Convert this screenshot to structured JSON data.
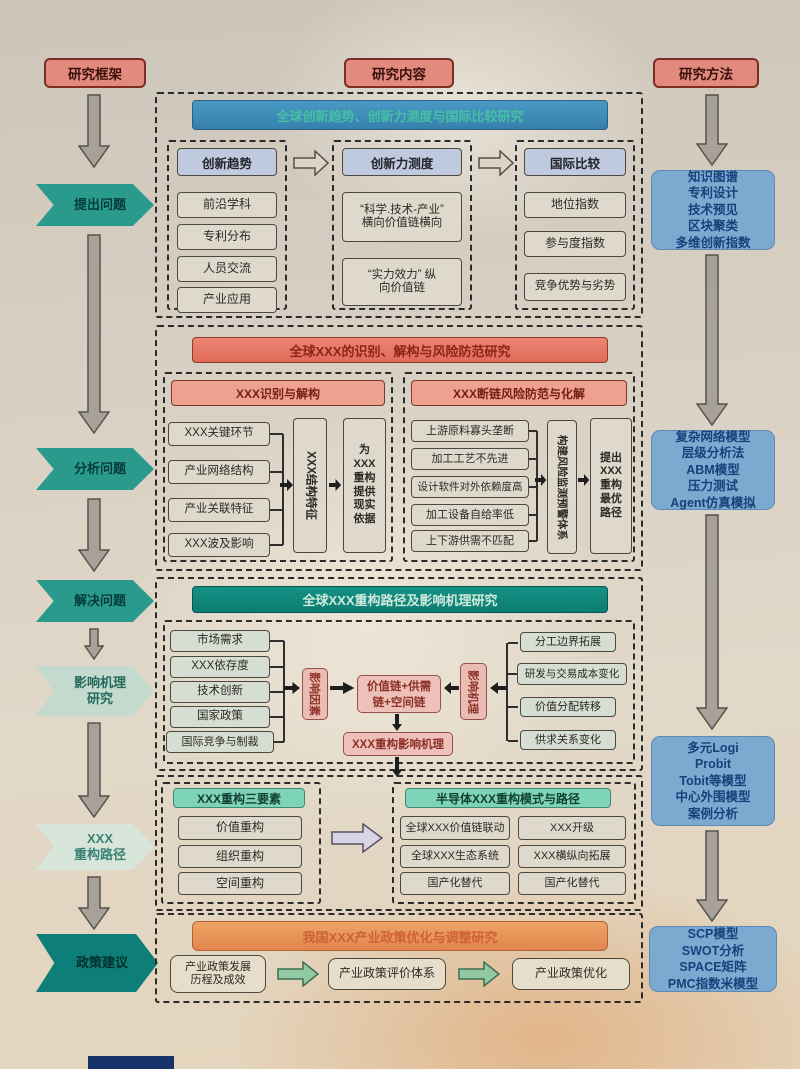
{
  "headers": {
    "framework": "研究框架",
    "content": "研究内容",
    "methods": "研究方法"
  },
  "framework_steps": {
    "s1": "提出问题",
    "s2": "分析问题",
    "s3": "解决问题",
    "s4": "影响机理\n研究",
    "s5": "XXX\n重构路径",
    "s6": "政策建议"
  },
  "methods_boxes": {
    "b1": "知识图谱\n专利设计\n技术预见\n区块聚类\n多维创新指数",
    "b2": "复杂网络模型\n层级分析法\nABM模型\n压力测试\nAgent仿真模拟",
    "b3": "多元Logi\nProbit\nTobit等模型\n中心外围模型\n案例分析",
    "b4": "SCP模型\nSWOT分析\nSPACE矩阵\nPMC指数米模型"
  },
  "section1": {
    "title": "全球创新趋势、创新力测度与国际比较研究",
    "col1": {
      "header": "创新趋势",
      "i1": "前沿学科",
      "i2": "专利分布",
      "i3": "人员交流",
      "i4": "产业应用"
    },
    "col2": {
      "header": "创新力测度",
      "i1": "“科学.技术-产业”\n横向价值链横向",
      "i2": "“实力效力” 纵\n向价值链"
    },
    "col3": {
      "header": "国际比较",
      "i1": "地位指数",
      "i2": "参与度指数",
      "i3": "竞争优势与劣势"
    }
  },
  "section2": {
    "title": "全球XXX的识别、解构与风险防范研究",
    "left": {
      "header": "XXX识别与解构",
      "i1": "XXX关键环节",
      "i2": "产业网络结构",
      "i3": "产业关联特征",
      "i4": "XXX波及影响",
      "mid": "XXX结构特征",
      "out": "为\nXXX\n重构\n提供\n现实\n依据"
    },
    "right": {
      "header": "XXX断链风险防范与化解",
      "i1": "上游原料寡头垄断",
      "i2": "加工工艺不先进",
      "i3": "设计软件对外依赖度高",
      "i4": "加工设备自给率低",
      "i5": "上下游供需不匹配",
      "mid": "构建风险监测预警体系",
      "out": "提出\nXXX\n重构\n最优\n路径"
    }
  },
  "section3": {
    "title": "全球XXX重构路径及影响机理研究",
    "left": {
      "i1": "市场需求",
      "i2": "XXX依存度",
      "i3": "技术创新",
      "i4": "国家政策",
      "i5": "国际竞争与制裁"
    },
    "factor": "影响因素",
    "center": "价值链+供需\n链+空间链",
    "mech": "影响机理",
    "right": {
      "i1": "分工边界拓展",
      "i2": "研发与交易成本变化",
      "i3": "价值分配转移",
      "i4": "供求关系变化"
    },
    "bottom": "XXX重构影响机理"
  },
  "section4": {
    "left": {
      "header": "XXX重构三要素",
      "i1": "价值重构",
      "i2": "组织重构",
      "i3": "空间重构"
    },
    "right": {
      "header": "半导体XXX重构模式与路径",
      "c1i1": "全球XXX价值链联动",
      "c1i2": "全球XXX生态系统",
      "c1i3": "国产化替代",
      "c2i1": "XXX开级",
      "c2i2": "XXX横纵向拓展",
      "c2i3": "国产化替代"
    }
  },
  "section5": {
    "title": "我国XXX产业政策优化与调整研究",
    "i1": "产业政策发展\n历程及成效",
    "i2": "产业政策评价体系",
    "i3": "产业政策优化"
  },
  "colors": {
    "accent_teal": "#2a9a8d",
    "accent_blue": "#3e8cba",
    "accent_coral": "#e06a58",
    "accent_orange": "#e9995c",
    "method_box_blue": "#7ba9d0"
  }
}
